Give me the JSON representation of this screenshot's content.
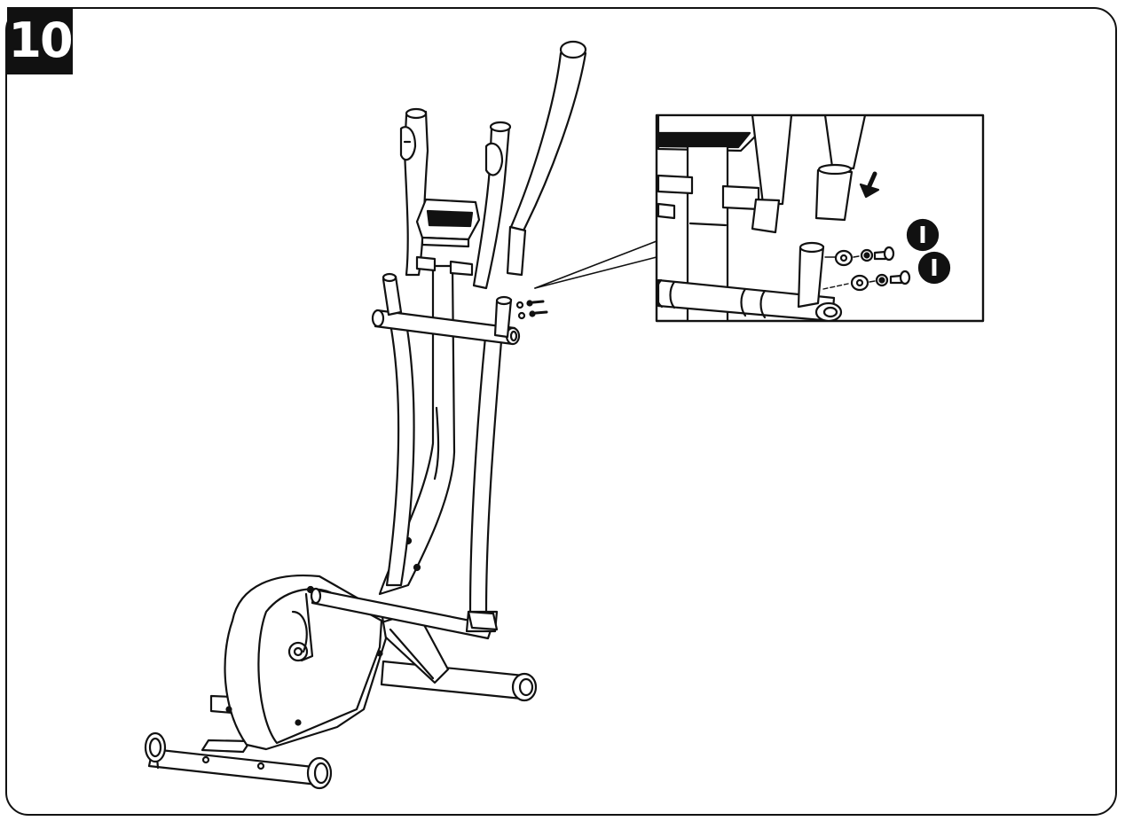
{
  "step": {
    "number": "10"
  },
  "detail_callout": {
    "part_labels": [
      "I",
      "I"
    ]
  },
  "colors": {
    "ink": "#111111",
    "background": "#ffffff"
  }
}
